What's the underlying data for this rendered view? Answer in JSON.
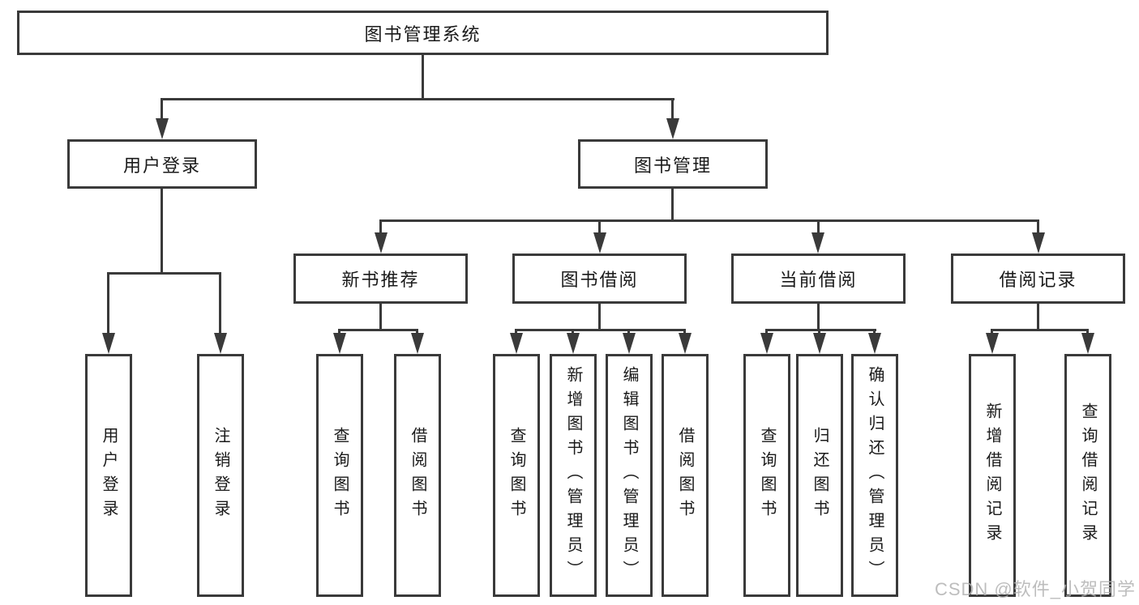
{
  "tree": {
    "label": "图书管理系统",
    "children": [
      {
        "label": "用户登录",
        "children": [
          {
            "label": "用户登录"
          },
          {
            "label": "注销登录"
          }
        ]
      },
      {
        "label": "图书管理",
        "children": [
          {
            "label": "新书推荐",
            "children": [
              {
                "label": "查询图书"
              },
              {
                "label": "借阅图书"
              }
            ]
          },
          {
            "label": "图书借阅",
            "children": [
              {
                "label": "查询图书"
              },
              {
                "label": "新增图书（管理员）"
              },
              {
                "label": "编辑图书（管理员）"
              },
              {
                "label": "借阅图书"
              }
            ]
          },
          {
            "label": "当前借阅",
            "children": [
              {
                "label": "查询图书"
              },
              {
                "label": "归还图书"
              },
              {
                "label": "确认归还（管理员）"
              }
            ]
          },
          {
            "label": "借阅记录",
            "children": [
              {
                "label": "新增借阅记录"
              },
              {
                "label": "查询借阅记录"
              }
            ]
          }
        ]
      }
    ]
  },
  "watermark": {
    "text": "CSDN @软件_小贺同学"
  },
  "colors": {
    "line": "#3a3a3a",
    "text": "#1a1a1a",
    "box_fill": "#ffffff",
    "background": "#ffffff",
    "watermark": "#b2b2b2"
  }
}
